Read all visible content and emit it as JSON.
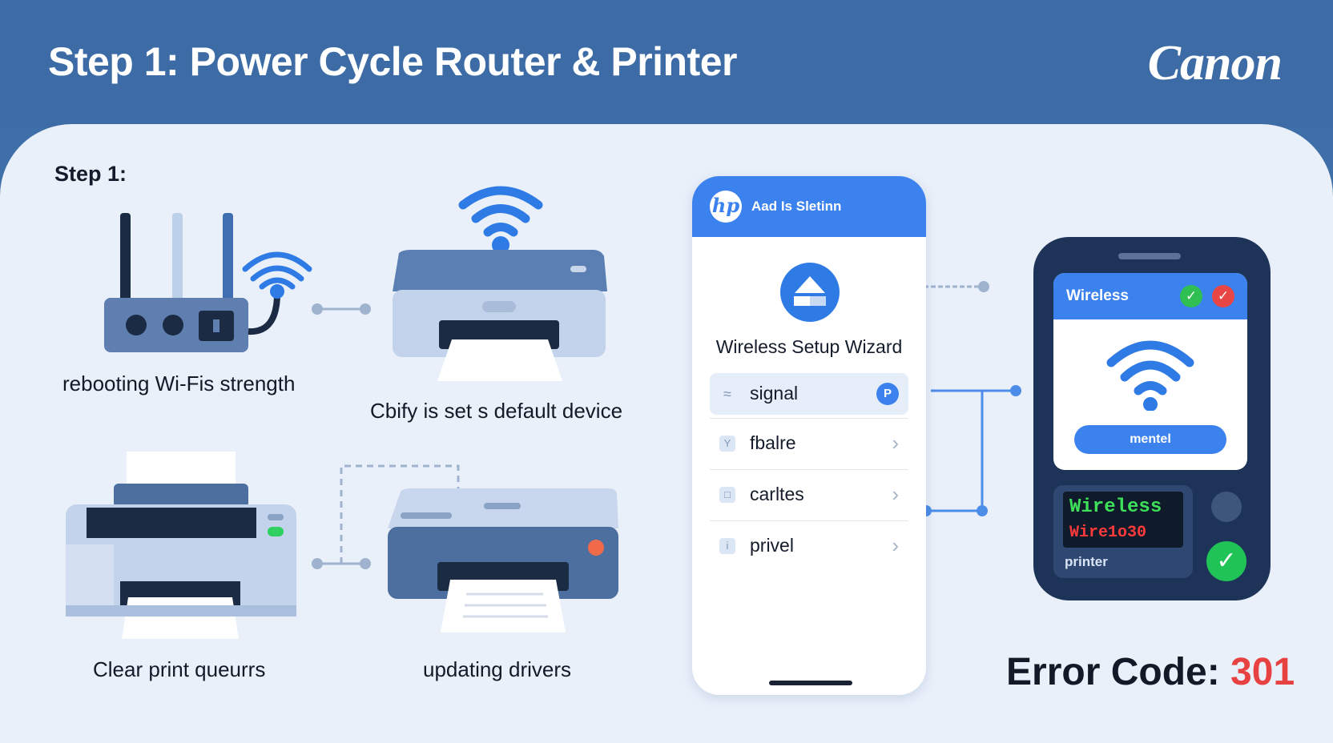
{
  "header": {
    "title": "Step 1: Power Cycle Router & Printer",
    "brand": "Canon"
  },
  "step_label": "Step 1:",
  "captions": {
    "router": "rebooting Wi-Fis strength",
    "wifi_printer": "Cbify is set s default device",
    "office_printer": "Clear print queurrs",
    "updating_printer": "updating drivers"
  },
  "phone_app": {
    "logo_text": "hp",
    "header_title": "Aad Is Sletinn",
    "wizard_title": "Wireless Setup Wizard",
    "menu": [
      {
        "label": "signal",
        "icon": "wifi-icon",
        "badge": "P"
      },
      {
        "label": "fbalre",
        "icon": "Y"
      },
      {
        "label": "carltes",
        "icon": "□"
      },
      {
        "label": "privel",
        "icon": "i"
      }
    ]
  },
  "printer_screen": {
    "card_title": "Wireless",
    "button_label": "mentel",
    "lcd_line1": "Wireless",
    "lcd_line2": "Wire1o30",
    "status_label": "printer"
  },
  "error": {
    "label": "Error Code:",
    "value": "301"
  },
  "colors": {
    "header_bg": "#3c6ba6",
    "panel_bg": "#e9f0fa",
    "accent_blue": "#3b82ee",
    "success_green": "#2fbf53",
    "error_red": "#e84141"
  }
}
